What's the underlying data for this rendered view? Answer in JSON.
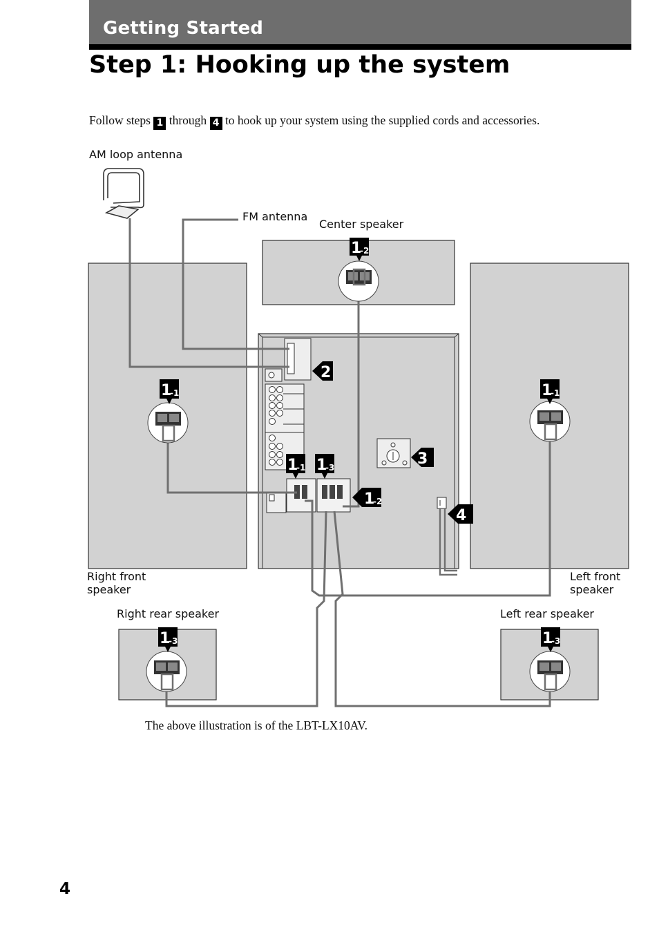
{
  "header": {
    "section": "Getting Started",
    "title": "Step 1:  Hooking up the system"
  },
  "intro": {
    "before": "Follow steps",
    "step_first": "1",
    "middle": "through",
    "step_last": "4",
    "after": "to hook up your system using the supplied cords and accessories."
  },
  "labels": {
    "am_antenna": "AM loop antenna",
    "fm_antenna": "FM antenna",
    "center_speaker": "Center speaker",
    "right_front_line1": "Right front",
    "right_front_line2": "speaker",
    "left_front_line1": "Left front",
    "left_front_line2": "speaker",
    "right_rear": "Right rear speaker",
    "left_rear": "Left rear speaker"
  },
  "callouts": {
    "right_front": {
      "main": "1",
      "sub": "-1"
    },
    "left_front": {
      "main": "1",
      "sub": "-1"
    },
    "center": {
      "main": "1",
      "sub": "-2"
    },
    "unit_front": {
      "main": "1",
      "sub": "-1"
    },
    "unit_rear": {
      "main": "1",
      "sub": "-3"
    },
    "unit_center": {
      "main": "1",
      "sub": "-2"
    },
    "right_rear": {
      "main": "1",
      "sub": "-3"
    },
    "left_rear": {
      "main": "1",
      "sub": "-3"
    },
    "antenna": "2",
    "voltage": "3",
    "power": "4"
  },
  "caption": "The above illustration is of the LBT-LX10AV.",
  "page_number": "4",
  "colors": {
    "speaker_fill": "#d2d2d2",
    "header_bar": "#6e6e6e",
    "wire": "#707070"
  }
}
